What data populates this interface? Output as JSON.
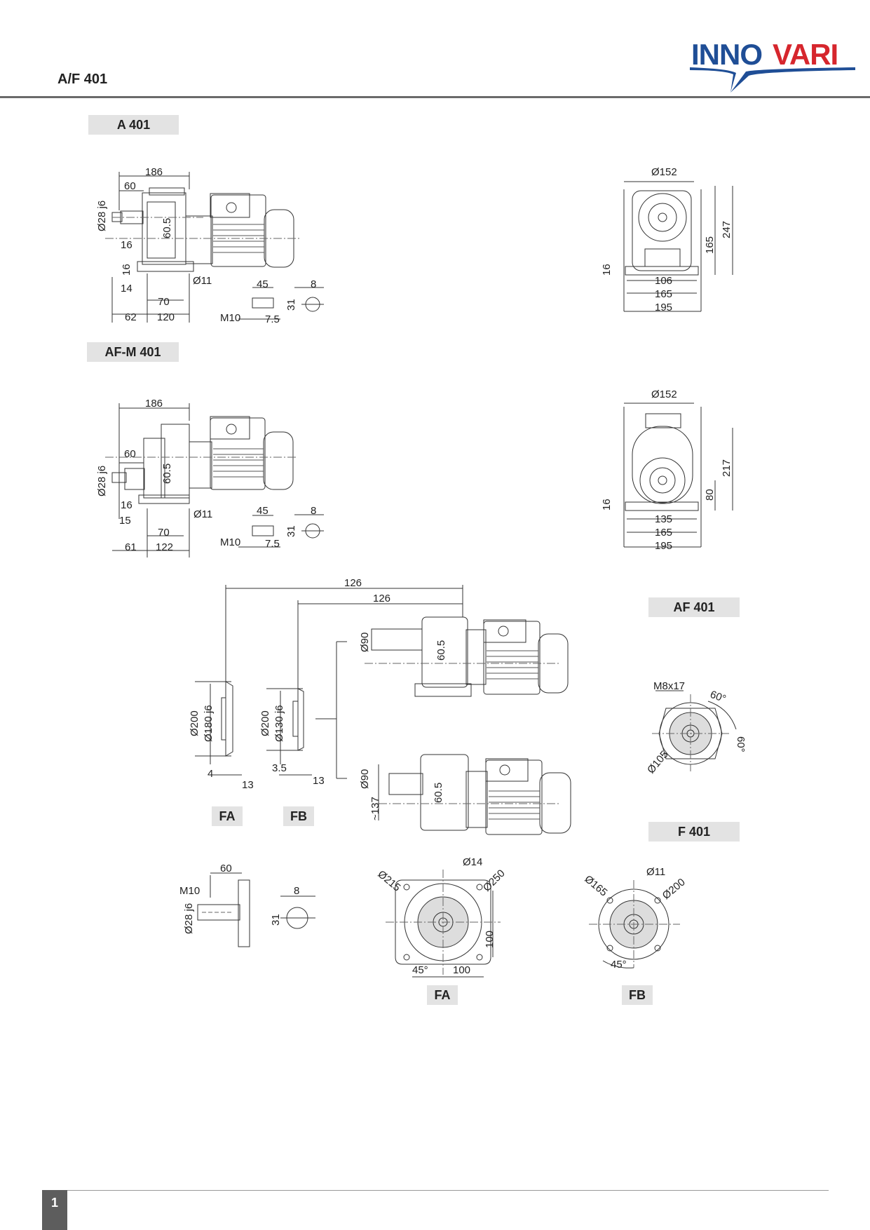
{
  "header": {
    "title": "A/F 401",
    "logo_text": "INNOVARI",
    "logo_part1": "INNO",
    "logo_part2": "VARI"
  },
  "section_tags": {
    "a401": "A 401",
    "afm401": "AF-M 401",
    "af401": "AF 401",
    "f401": "F 401",
    "fa_mid": "FA",
    "fb_mid": "FB",
    "fa_bottom": "FA",
    "fb_bottom": "FB"
  },
  "dims_a401_side": {
    "d186": "186",
    "d60": "60",
    "d28": "Ø28 j6",
    "d605": "60.5",
    "d16a": "16",
    "d16b": "16",
    "d11": "Ø11",
    "d14": "14",
    "d70": "70",
    "d62": "62",
    "d120": "120"
  },
  "dims_a401_key": {
    "d45": "45",
    "d8": "8",
    "d31": "31",
    "m10": "M10",
    "d75": "7.5"
  },
  "dims_a401_front": {
    "d152": "Ø152",
    "d247": "247",
    "d165v": "165",
    "d16": "16",
    "d106": "106",
    "d165": "165",
    "d195": "195"
  },
  "dims_afm401_side": {
    "d186": "186",
    "d60": "60",
    "d28": "Ø28 j6",
    "d605": "60.5",
    "d16": "16",
    "d11": "Ø11",
    "d15": "15",
    "d70": "70",
    "d61": "61",
    "d122": "122"
  },
  "dims_afm401_key": {
    "d45": "45",
    "d8": "8",
    "d31": "31",
    "m10": "M10",
    "d75": "7.5"
  },
  "dims_afm401_front": {
    "d152": "Ø152",
    "d217": "217",
    "d80": "80",
    "d16": "16",
    "d135": "135",
    "d165": "165",
    "d195": "195"
  },
  "dims_flange": {
    "d126a": "126",
    "d126b": "126",
    "d90a": "Ø90",
    "d605a": "60.5",
    "d90b": "Ø90",
    "d605b": "60.5",
    "d137": "~137",
    "fa200": "Ø200",
    "fa180": "Ø180 j6",
    "fa4": "4",
    "fa13": "13",
    "fb200": "Ø200",
    "fb130": "Ø130 j6",
    "fb35": "3.5",
    "fb13": "13"
  },
  "dims_af401": {
    "m8": "M8x17",
    "a60a": "60°",
    "a60b": "60°",
    "d105": "Ø105"
  },
  "dims_shaft": {
    "d60": "60",
    "m10": "M10",
    "d28": "Ø28 j6",
    "d8": "8",
    "d31": "31"
  },
  "dims_fa_view": {
    "d215": "Ø215",
    "d14": "Ø14",
    "d250": "Ø250",
    "d100v": "100",
    "a45": "45°",
    "d100": "100"
  },
  "dims_fb_view": {
    "d165": "Ø165",
    "d11": "Ø11",
    "d200": "Ø200",
    "a45": "45°"
  },
  "footer": {
    "page_number": "1"
  },
  "colors": {
    "logo_blue": "#1f4e96",
    "logo_red": "#d6262d",
    "tag_bg": "#e3e3e3",
    "rule": "#6a6a6a",
    "page_tab": "#5d5d5d"
  }
}
